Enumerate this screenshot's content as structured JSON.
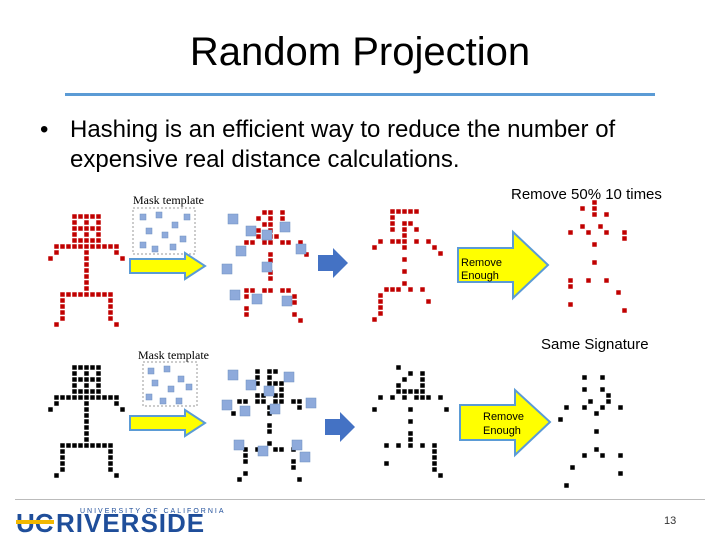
{
  "slide": {
    "title": "Random Projection",
    "bullet": "Hashing is an efficient way to reduce the number of expensive real distance calculations.",
    "bullet_marker": "•"
  },
  "top_row": {
    "mask_label": "Mask template",
    "caption": "Remove 50%  10 times",
    "arrow_label_line1": "Remove",
    "arrow_label_line2": "Enough",
    "figure_color": "#c00000"
  },
  "bottom_row": {
    "mask_label": "Mask template",
    "caption": "Same Signature",
    "arrow_label_line1": "Remove",
    "arrow_label_line2": "Enough",
    "figure_color": "#000000"
  },
  "footer": {
    "logo_left": "UC",
    "logo_right": "RIVERSIDE",
    "logo_tagline": "UNIVERSITY OF CALIFORNIA",
    "slide_number": "13"
  },
  "colors": {
    "accent": "#5b9bd5",
    "mask_square": "#8eaadb",
    "arrow_fill": "#ffff00",
    "arrow_border": "#5b9bd5",
    "small_arrow": "#4472c4",
    "logo_blue": "#1f4e9a",
    "logo_gold": "#f2b800"
  }
}
